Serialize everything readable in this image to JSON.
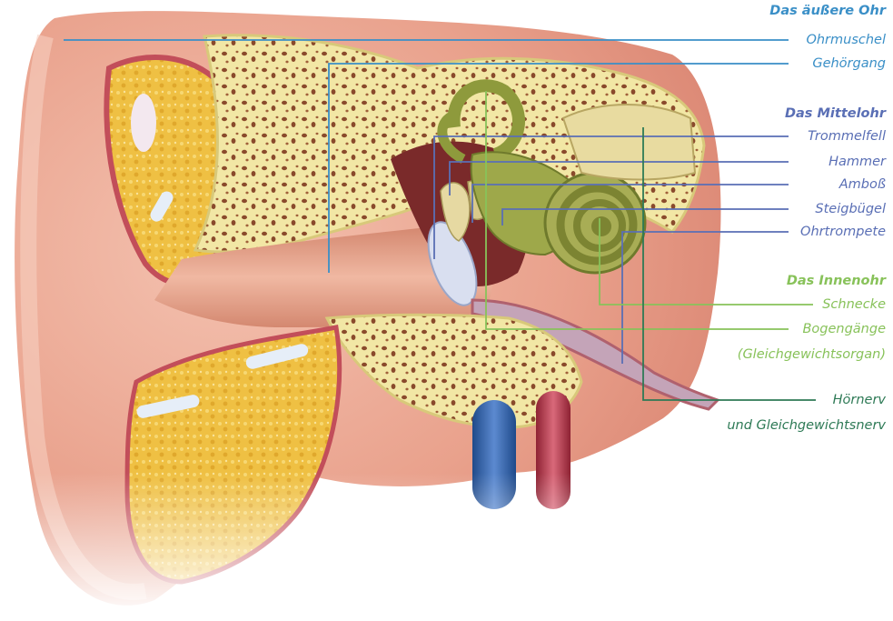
{
  "colors": {
    "outer": "#3a8fc7",
    "middle": "#5a6fb5",
    "inner": "#88c25a",
    "nerve": "#2e7a56",
    "skin": "#e9a18c",
    "bone": "#f2e7a5",
    "fat": "#efc043",
    "artery": "#b8354a",
    "vein": "#2e5da7"
  },
  "sections": {
    "outer": {
      "heading": "Das äußere Ohr",
      "items": [
        "Ohrmuschel",
        "Gehörgang"
      ]
    },
    "middle": {
      "heading": "Das Mittelohr",
      "items": [
        "Trommelfell",
        "Hammer",
        "Amboß",
        "Steigbügel",
        "Ohrtrompete"
      ]
    },
    "inner": {
      "heading": "Das Innenohr",
      "items": [
        "Schnecke",
        "Bogengänge",
        "(Gleichgewichtsorgan)"
      ]
    },
    "nerve": {
      "items": [
        "Hörnerv",
        "und Gleichgewichtsnerv"
      ]
    }
  }
}
